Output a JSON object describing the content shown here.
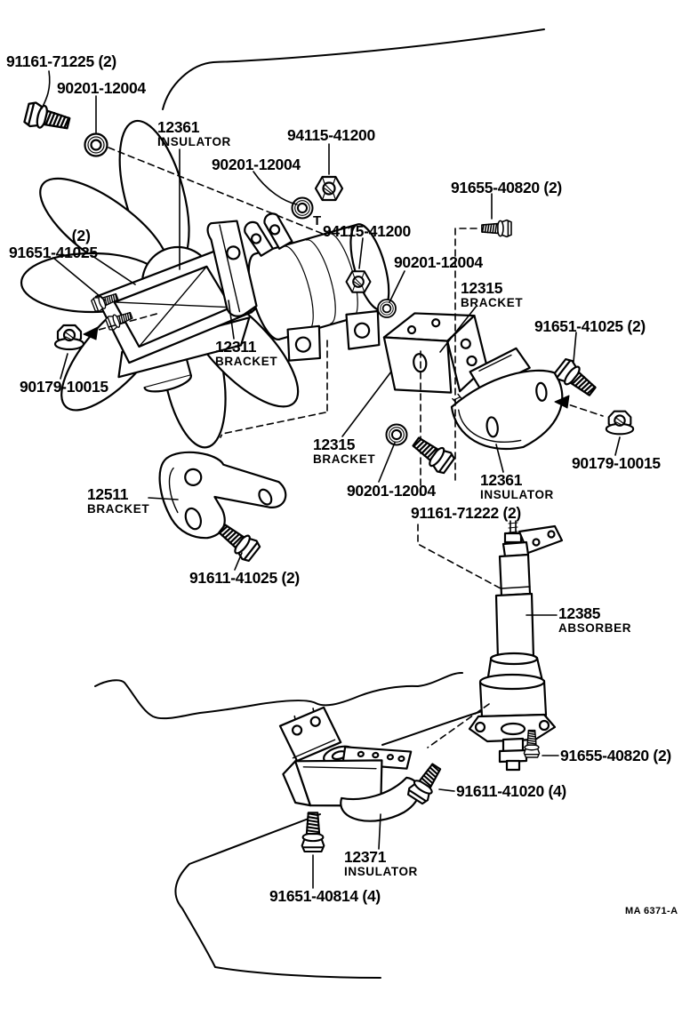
{
  "colors": {
    "ink": "#000000",
    "paper": "#ffffff"
  },
  "footer": {
    "code": "MA 6371-A"
  },
  "marks": {
    "t": "T"
  },
  "labels": [
    {
      "pn": "91161-71225 (2)"
    },
    {
      "pn": "90201-12004"
    },
    {
      "pn": "12361",
      "name": "INSULATOR"
    },
    {
      "pn": "94115-41200"
    },
    {
      "pn": "90201-12004"
    },
    {
      "pn": "91655-40820 (2)"
    },
    {
      "qty": "(2)",
      "pn": "91651-41025"
    },
    {
      "pn": "94115-41200"
    },
    {
      "pn": "90201-12004"
    },
    {
      "pn": "12315",
      "name": "BRACKET"
    },
    {
      "pn": "91651-41025 (2)"
    },
    {
      "pn": "12311",
      "name": "BRACKET"
    },
    {
      "pn": "90179-10015"
    },
    {
      "pn": "12315",
      "name": "BRACKET"
    },
    {
      "pn": "90179-10015"
    },
    {
      "pn": "90201-12004"
    },
    {
      "pn": "12361",
      "name": "INSULATOR"
    },
    {
      "pn": "91161-71222 (2)"
    },
    {
      "pn": "12511",
      "name": "BRACKET"
    },
    {
      "pn": "91611-41025 (2)"
    },
    {
      "pn": "12385",
      "name": "ABSORBER"
    },
    {
      "pn": "91655-40820 (2)"
    },
    {
      "pn": "91611-41020 (4)"
    },
    {
      "pn": "12371",
      "name": "INSULATOR"
    },
    {
      "pn": "91651-40814 (4)"
    }
  ]
}
